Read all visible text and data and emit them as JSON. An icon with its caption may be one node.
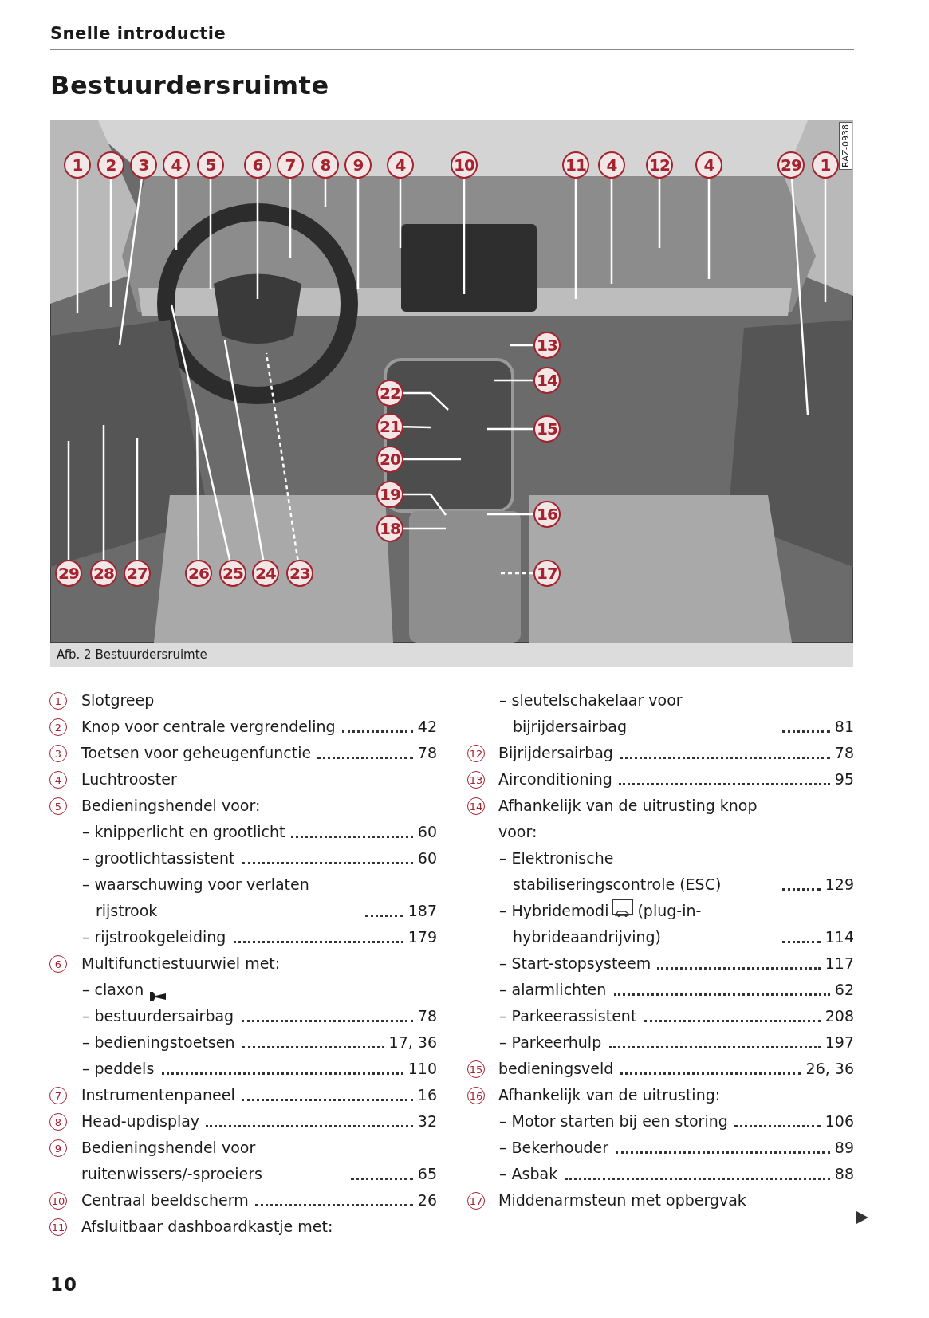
{
  "diagram": {
    "title": "Bestuurdersruimte",
    "caption": "Afb. 2 Bestuurdersruimte",
    "nodes": [
      {
        "text": [
          "1"
        ]
      },
      {
        "text": [
          "2"
        ]
      },
      {
        "text": [
          "3"
        ]
      },
      {
        "text": [
          "4"
        ]
      },
      {
        "text": [
          "5"
        ]
      },
      {
        "text": [
          "6"
        ]
      },
      {
        "text": [
          "7"
        ]
      },
      {
        "text": [
          "8"
        ]
      },
      {
        "text": [
          "9"
        ]
      },
      {
        "text": [
          "4"
        ]
      },
      {
        "text": [
          "10"
        ]
      },
      {
        "text": [
          "11"
        ]
      },
      {
        "text": [
          "4"
        ]
      },
      {
        "text": [
          "12"
        ]
      },
      {
        "text": [
          "4"
        ]
      },
      {
        "text": [
          "29"
        ]
      },
      {
        "text": [
          "1"
        ]
      },
      {
        "text": [
          "13"
        ]
      },
      {
        "text": [
          "14"
        ]
      },
      {
        "text": [
          "22"
        ]
      },
      {
        "text": [
          "21"
        ]
      },
      {
        "text": [
          "15"
        ]
      },
      {
        "text": [
          "20"
        ]
      },
      {
        "text": [
          "19"
        ]
      },
      {
        "text": [
          "16"
        ]
      },
      {
        "text": [
          "18"
        ]
      },
      {
        "text": [
          "17"
        ]
      },
      {
        "text": [
          "29"
        ]
      },
      {
        "text": [
          "28"
        ]
      },
      {
        "text": [
          "27"
        ]
      },
      {
        "text": [
          "26"
        ]
      },
      {
        "text": [
          "25"
        ]
      },
      {
        "text": [
          "24"
        ]
      },
      {
        "text": [
          "23"
        ]
      }
    ],
    "edges": [
      {
        "from": 0,
        "to": null,
        "arrow": "none"
      },
      {
        "from": 1,
        "to": null,
        "arrow": "none"
      },
      {
        "from": 2,
        "to": null,
        "arrow": "none"
      },
      {
        "from": 3,
        "to": null,
        "arrow": "none"
      },
      {
        "from": 4,
        "to": null,
        "arrow": "none"
      },
      {
        "from": 5,
        "to": null,
        "arrow": "none"
      },
      {
        "from": 6,
        "to": null,
        "arrow": "none"
      },
      {
        "from": 7,
        "to": null,
        "arrow": "none"
      },
      {
        "from": 8,
        "to": null,
        "arrow": "none"
      },
      {
        "from": 9,
        "to": null,
        "arrow": "none"
      },
      {
        "from": 10,
        "to": null,
        "arrow": "none"
      },
      {
        "from": 11,
        "to": null,
        "arrow": "none"
      },
      {
        "from": 12,
        "to": null,
        "arrow": "none"
      },
      {
        "from": 13,
        "to": null,
        "arrow": "none"
      },
      {
        "from": 14,
        "to": null,
        "arrow": "none"
      },
      {
        "from": 15,
        "to": null,
        "arrow": "none"
      },
      {
        "from": 16,
        "to": null,
        "arrow": "none"
      },
      {
        "from": 17,
        "to": null,
        "arrow": "none"
      },
      {
        "from": 18,
        "to": null,
        "arrow": "none"
      },
      {
        "from": 19,
        "to": null,
        "arrow": "none"
      },
      {
        "from": 20,
        "to": null,
        "arrow": "none"
      },
      {
        "from": 21,
        "to": null,
        "arrow": "none"
      },
      {
        "from": 22,
        "to": null,
        "arrow": "none"
      },
      {
        "from": 23,
        "to": null,
        "arrow": "none"
      },
      {
        "from": 24,
        "to": null,
        "arrow": "none"
      },
      {
        "from": 25,
        "to": null,
        "arrow": "none"
      },
      {
        "from": 26,
        "to": null,
        "arrow": "none",
        "style": "dashed"
      },
      {
        "from": 27,
        "to": null,
        "arrow": "none"
      },
      {
        "from": 28,
        "to": null,
        "arrow": "none"
      },
      {
        "from": 29,
        "to": null,
        "arrow": "none"
      },
      {
        "from": 30,
        "to": null,
        "arrow": "none"
      },
      {
        "from": 31,
        "to": null,
        "arrow": "none"
      },
      {
        "from": 32,
        "to": null,
        "arrow": "none"
      },
      {
        "from": 33,
        "to": null,
        "arrow": "none",
        "style": "dashed"
      }
    ],
    "labels": [
      "Snelle introductie",
      "RAZ-0938",
      "1",
      "Slotgreep",
      "2",
      "Knop voor centrale vergrendeling",
      "42",
      "3",
      "Toetsen voor geheugenfunctie",
      "78",
      "4",
      "Luchtrooster",
      "5",
      "Bedieningshendel voor:",
      "– knipperlicht en grootlicht",
      "60",
      "– grootlichtassistent",
      "60",
      "– waarschuwing voor verlaten rijstrook",
      "187",
      "– rijstrookgeleiding",
      "179",
      "6",
      "Multifunctiestuurwiel met:",
      "– claxon",
      "– bestuurdersairbag",
      "78",
      "– bedieningstoetsen",
      "17, 36",
      "– peddels",
      "110",
      "7",
      "Instrumentenpaneel",
      "16",
      "8",
      "Head-updisplay",
      "32",
      "9",
      "Bedieningshendel voor ruitenwissers/-sproeiers",
      "65",
      "10",
      "Centraal beeldscherm",
      "26",
      "11",
      "Afsluitbaar dashboardkastje met:",
      "– sleutelschakelaar voor bijrijdersairbag",
      "81",
      "12",
      "Bijrijdersairbag",
      "78",
      "13",
      "Airconditioning",
      "95",
      "14",
      "Afhankelijk van de uitrusting knop voor:",
      "– Elektronische stabiliseringscontrole (ESC)",
      "129",
      "– Hybridemodi",
      "(plug-in-hybrideaandrijving)",
      "114",
      "– Start-stopsysteem",
      "117",
      "– alarmlichten",
      "62",
      "– Parkeerassistent",
      "208",
      "– Parkeerhulp",
      "197",
      "15",
      "bedieningsveld",
      "26, 36",
      "16",
      "Afhankelijk van de uitrusting:",
      "– Motor starten bij een storing",
      "106",
      "– Bekerhouder",
      "89",
      "– Asbak",
      "88",
      "17",
      "Middenarmsteun met opbergvak",
      "10"
    ]
  }
}
